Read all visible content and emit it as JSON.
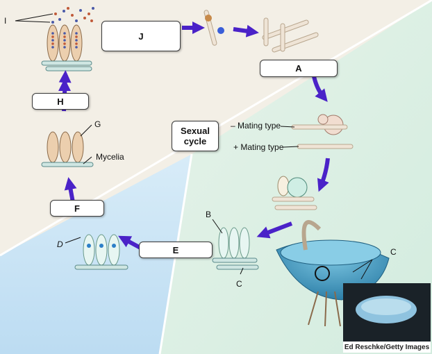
{
  "boxes": {
    "J": "J",
    "A": "A",
    "H": "H",
    "F": "F",
    "E": "E",
    "sexual_line1": "Sexual",
    "sexual_line2": "cycle"
  },
  "labels": {
    "I": "I",
    "G": "G",
    "mycelia": "Mycelia",
    "minus_mating": "– Mating type",
    "plus_mating": "+ Mating type",
    "B": "B",
    "C_left": "C",
    "C_right": "C",
    "D": "D"
  },
  "credit": "Ed Reschke/Getty Images",
  "colors": {
    "tan_bg": "#f3efe6",
    "blue_bg": "#c7e3f5",
    "green_bg": "#dcefe3",
    "arrow": "#4a22c8",
    "cup": "#4aa3c9"
  }
}
